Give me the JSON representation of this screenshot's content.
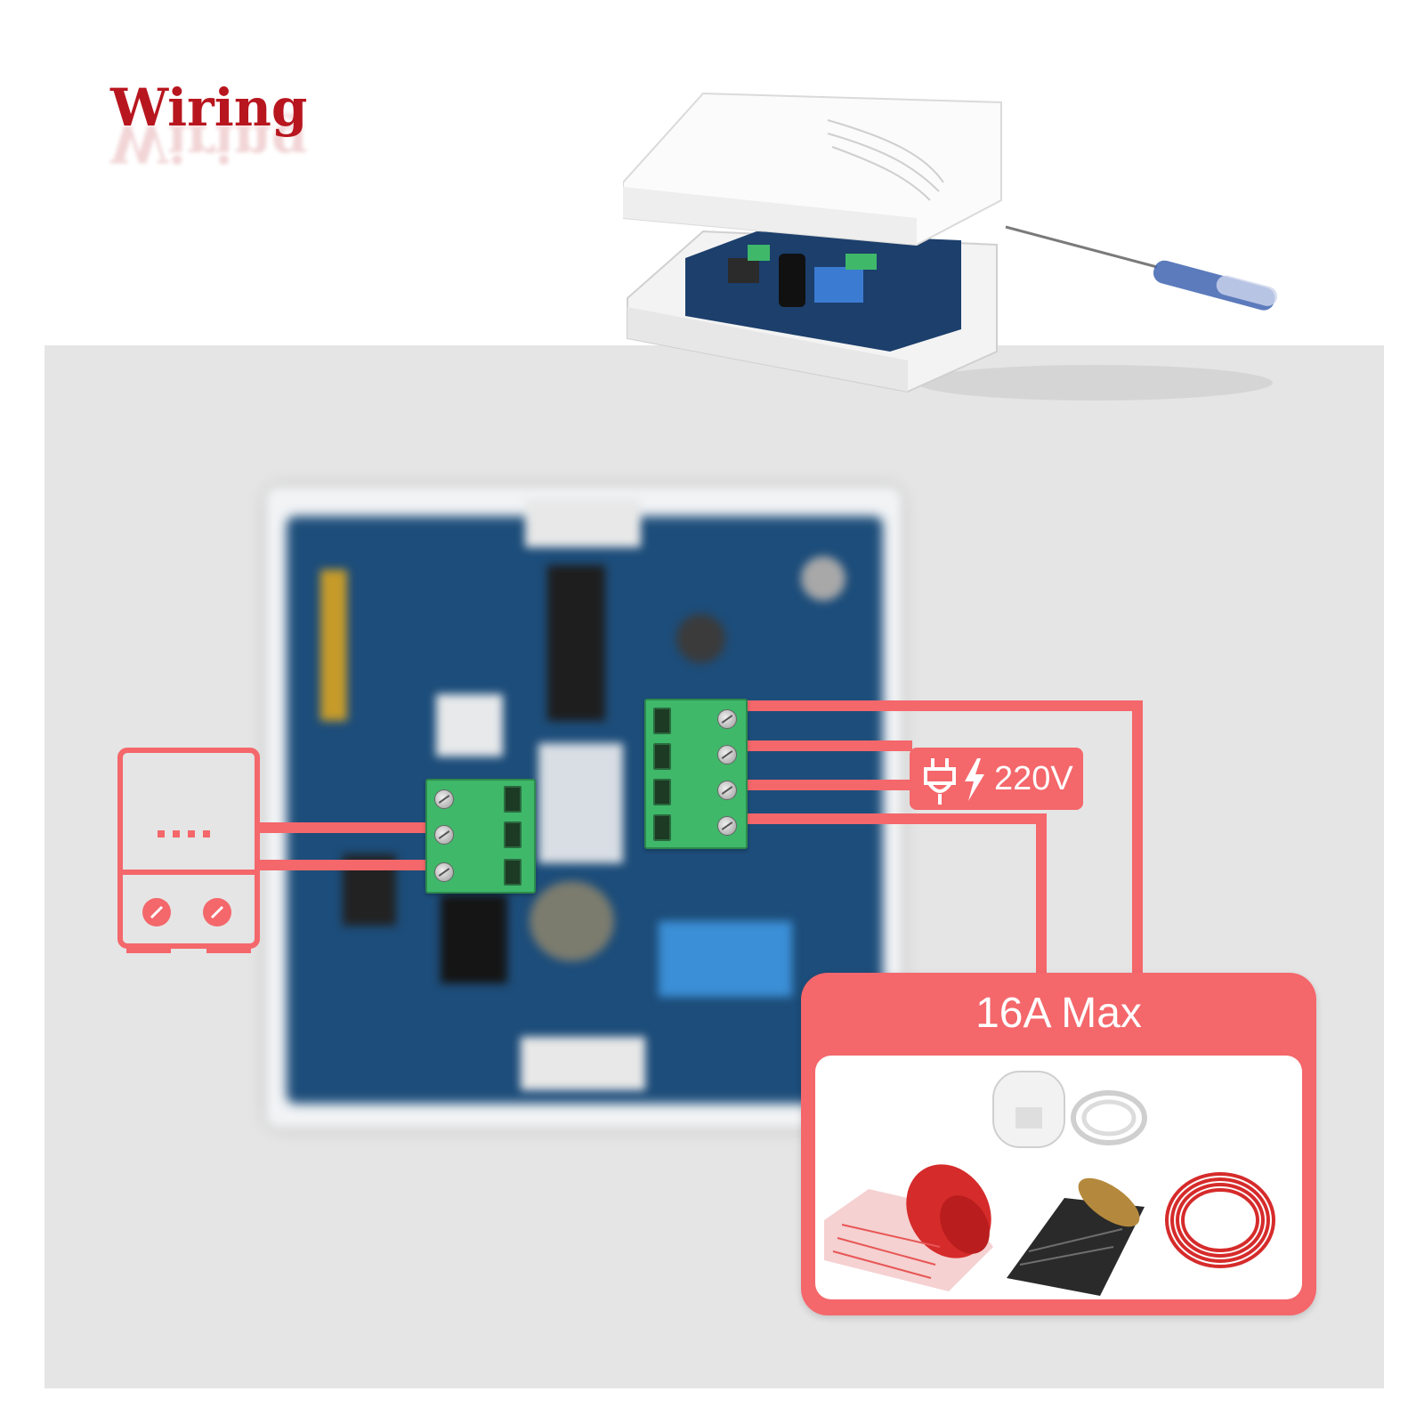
{
  "title": "Wiring",
  "colors": {
    "title": "#b8161f",
    "wire": "#f4676b",
    "panel": "#e5e5e5",
    "pcb": "#1d4d7a",
    "terminal": "#3fb86a",
    "white": "#ffffff"
  },
  "power_badge": {
    "voltage": "220V",
    "icons": [
      "plug-icon",
      "lightning-icon"
    ]
  },
  "load_box": {
    "max_current": "16A Max",
    "items": [
      "actuator-valve-icon",
      "heating-mat-roll-icon",
      "heating-film-roll-icon",
      "heating-cable-coil-icon"
    ]
  },
  "device": {
    "icon": "boiler-device-icon"
  }
}
